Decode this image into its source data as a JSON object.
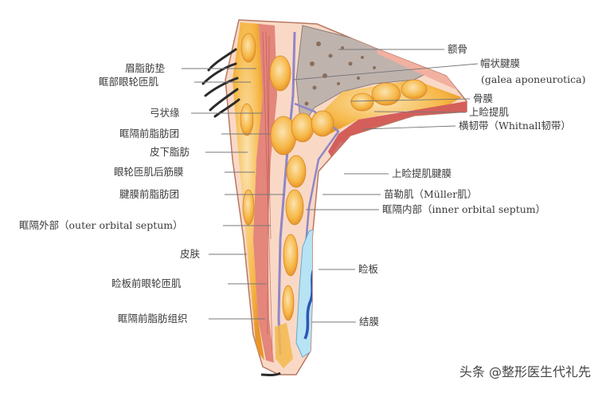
{
  "labels_left": [
    "眉脂肪垫",
    "眶部眼轮匝肌",
    "弓状缘",
    "眶隔前脂肪团",
    "皮下脂肪",
    "眼轮匝肌后筋膜",
    "腱膜前脂肪团",
    "眶隔外部（outer orbital septum）",
    "皮肤",
    "睑板前眼轮匝肌",
    "眶隔前脂肪组织"
  ],
  "labels_right": [
    "额骨",
    "帽状腱膜",
    "(galea aponeurotica)",
    "骨膜",
    "上睑提肌",
    "横韧带（Whitnall韧带）",
    "上睑提肌腱膜",
    "苗勒肌（Müller肌）",
    "眶隔内部（inner orbital septum）",
    "睑板",
    "结膜"
  ],
  "watermark": "头条 @整形医生代礼先",
  "colors": {
    "skin": "#f7c9b0",
    "fat": "#f5b338",
    "muscle": "#d9716a",
    "bone": "#b6aaa6",
    "septum": "#8f86c6",
    "tarsus": "#aee0f2",
    "conjunctiva_line": "#2f55b5"
  }
}
